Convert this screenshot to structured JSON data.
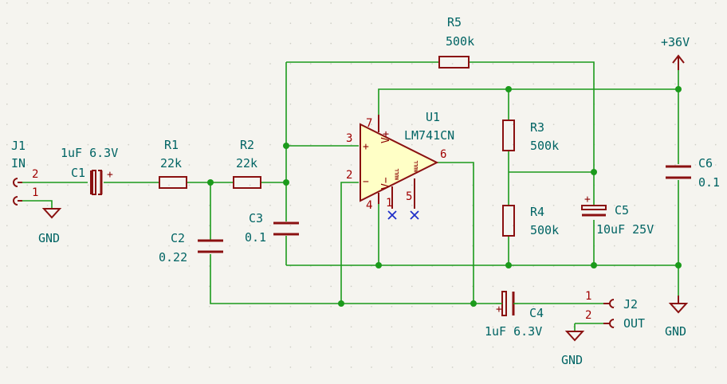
{
  "colors": {
    "background": "#f5f4ef",
    "grid_dot": "#c9c9c0",
    "wire": "#1b9a1b",
    "symbol": "#8a1010",
    "symbol_fill": "#ffffc6",
    "reference_text": "#006464",
    "pin_text": "#a00000",
    "no_connect": "#2030c8"
  },
  "icons": {
    "power_symbol": "power-arrow-icon",
    "ground_symbol": "ground-icon",
    "no_connect": "no-connect-x-icon"
  },
  "components": {
    "J1": {
      "ref": "J1",
      "value": "IN",
      "pins": [
        "2",
        "1"
      ]
    },
    "C1": {
      "ref": "C1",
      "value": "1uF 6.3V",
      "polarity": "+"
    },
    "R1": {
      "ref": "R1",
      "value": "22k"
    },
    "R2": {
      "ref": "R2",
      "value": "22k"
    },
    "C2": {
      "ref": "C2",
      "value": "0.22"
    },
    "C3": {
      "ref": "C3",
      "value": "0.1"
    },
    "R5": {
      "ref": "R5",
      "value": "500k"
    },
    "U1": {
      "ref": "U1",
      "value": "LM741CN",
      "pins": {
        "p7": "7",
        "p3": "3",
        "p2": "2",
        "p4": "4",
        "p6": "6",
        "p1": "1",
        "p5": "5"
      },
      "labels": {
        "plus": "+",
        "minus": "−",
        "vplus": "V+",
        "vminus": "V−",
        "null1": "NULL",
        "null2": "NULL"
      }
    },
    "R3": {
      "ref": "R3",
      "value": "500k"
    },
    "R4": {
      "ref": "R4",
      "value": "500k"
    },
    "C5": {
      "ref": "C5",
      "value": "10uF 25V",
      "polarity": "+"
    },
    "C6": {
      "ref": "C6",
      "value": "0.1"
    },
    "C4": {
      "ref": "C4",
      "value": "1uF 6.3V",
      "polarity": "+"
    },
    "J2": {
      "ref": "J2",
      "value": "OUT",
      "pins": [
        "1",
        "2"
      ]
    }
  },
  "power": {
    "vcc": "+36V",
    "gnd_j1": "GND",
    "gnd_rail": "GND",
    "gnd_j2": "GND"
  }
}
